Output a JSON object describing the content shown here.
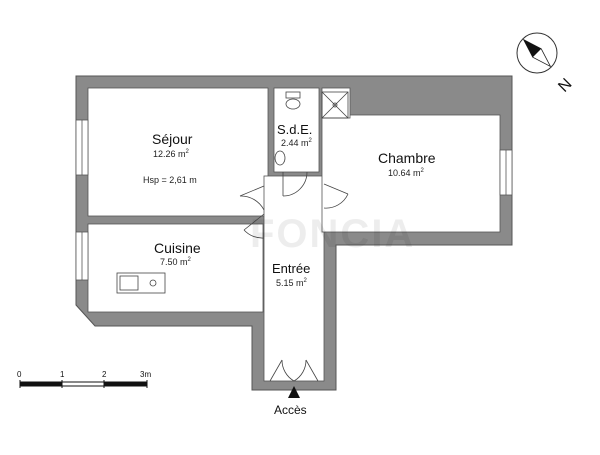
{
  "rooms": {
    "sejour": {
      "name": "Séjour",
      "area": "12.26 m",
      "area_sup": "2",
      "height_note": "Hsp = 2,61 m"
    },
    "sde": {
      "name": "S.d.E.",
      "area": "2.44 m",
      "area_sup": "2"
    },
    "chambre": {
      "name": "Chambre",
      "area": "10.64 m",
      "area_sup": "2"
    },
    "cuisine": {
      "name": "Cuisine",
      "area": "7.50 m",
      "area_sup": "2"
    },
    "entree": {
      "name": "Entrée",
      "area": "5.15 m",
      "area_sup": "2"
    }
  },
  "access_label": "Accès",
  "watermark": "FONCIA",
  "north_label": "N",
  "scale_bar": {
    "ticks": [
      "0",
      "1",
      "2",
      "3m"
    ]
  },
  "colors": {
    "wall": "#8a8a8a",
    "wall_edge": "#555555",
    "floor": "#ffffff"
  }
}
